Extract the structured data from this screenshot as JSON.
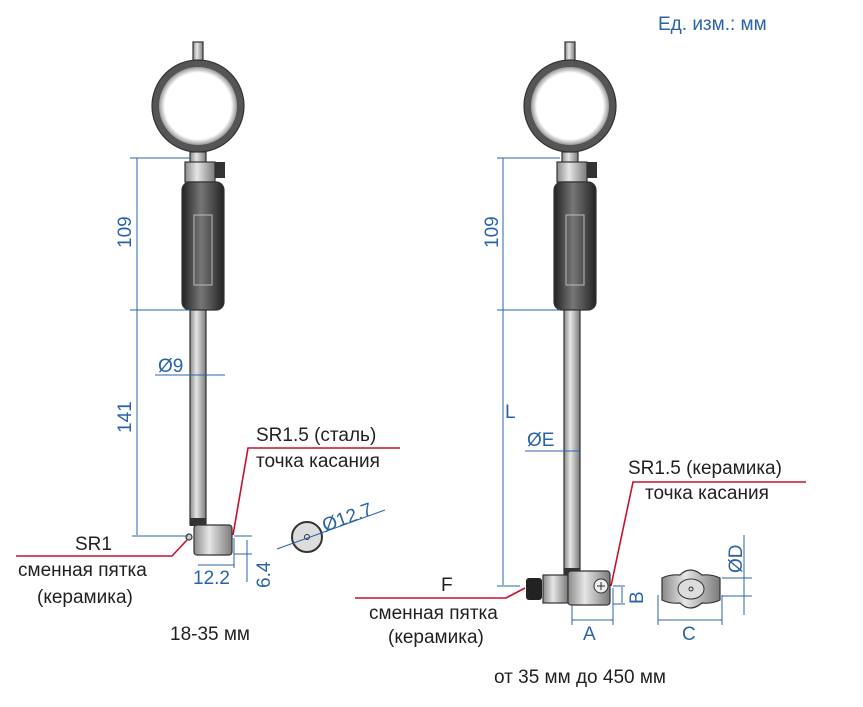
{
  "units": "Ед. изм.: мм",
  "left_gauge": {
    "dim_handle": "109",
    "dim_rod": "141",
    "rod_diameter": "Ø9",
    "tip_label": "SR1.5 (сталь)",
    "tip_caption": "точка касания",
    "anvil_label": "SR1",
    "anvil_caption_1": "сменная пятка",
    "anvil_caption_2": "(керамика)",
    "dim_width": "12.2",
    "dim_height": "6.4",
    "head_diameter": "Ø12.7",
    "range": "18-35 мм"
  },
  "right_gauge": {
    "dim_handle": "109",
    "dim_rod": "L",
    "rod_diameter": "ØE",
    "tip_label": "SR1.5 (керамика)",
    "tip_caption": "точка касания",
    "anvil_label": "F",
    "anvil_caption_1": "сменная пятка",
    "anvil_caption_2": "(керамика)",
    "dim_a": "A",
    "dim_b": "B",
    "dim_c": "C",
    "dim_d": "ØD",
    "range": "от 35 мм до 450 мм"
  }
}
